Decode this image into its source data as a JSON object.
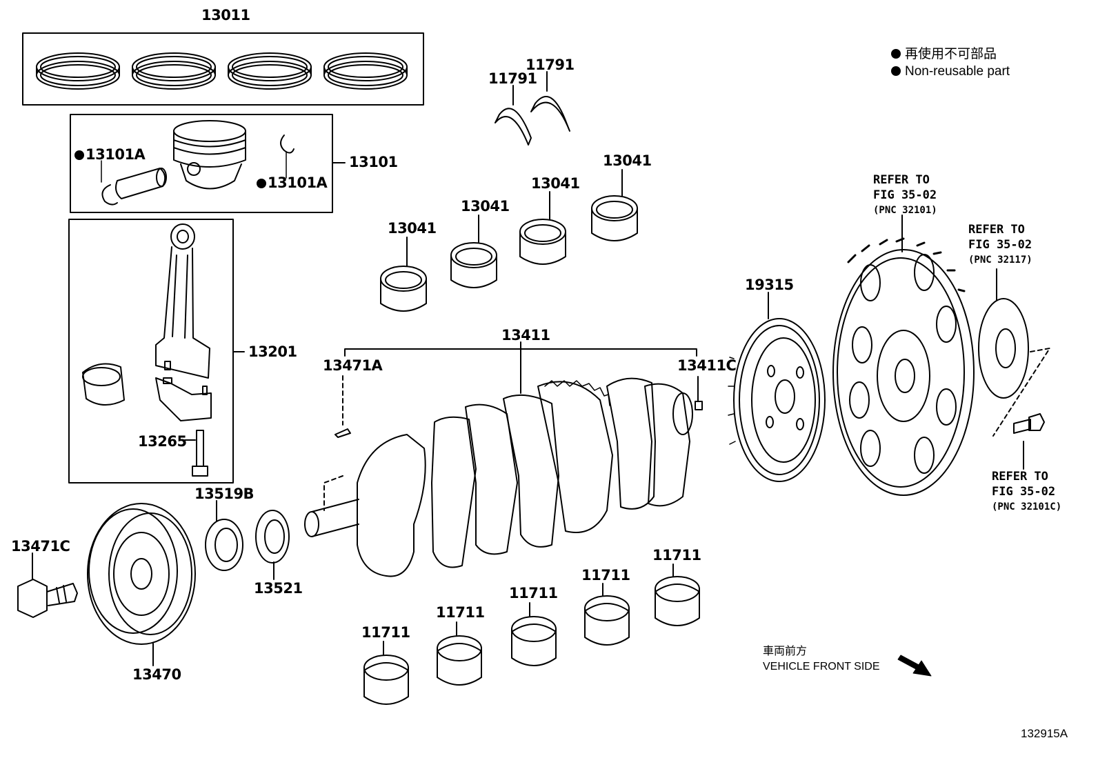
{
  "legend": {
    "line1": "再使用不可部品",
    "line2": "Non-reusable part"
  },
  "labels": {
    "p13011": "13011",
    "p13101": "13101",
    "p13101a_left": "13101A",
    "p13101a_right": "13101A",
    "p13201": "13201",
    "p13265": "13265",
    "p13519b": "13519B",
    "p13521": "13521",
    "p13471c": "13471C",
    "p13470": "13470",
    "p11791_a": "11791",
    "p11791_b": "11791",
    "p13041_a": "13041",
    "p13041_b": "13041",
    "p13041_c": "13041",
    "p13041_d": "13041",
    "p13411": "13411",
    "p13471a": "13471A",
    "p13411c": "13411C",
    "p19315": "19315",
    "p11711_a": "11711",
    "p11711_b": "11711",
    "p11711_c": "11711",
    "p11711_d": "11711",
    "p11711_e": "11711"
  },
  "refs": {
    "r1": {
      "line1": "REFER TO",
      "line2": "FIG 35-02",
      "line3": "(PNC 32101)"
    },
    "r2": {
      "line1": "REFER TO",
      "line2": "FIG 35-02",
      "line3": "(PNC 32117)"
    },
    "r3": {
      "line1": "REFER TO",
      "line2": "FIG 35-02",
      "line3": "(PNC 32101C)"
    }
  },
  "front": {
    "line1": "車両前方",
    "line2": "VEHICLE FRONT SIDE"
  },
  "figure_id": "132915A"
}
